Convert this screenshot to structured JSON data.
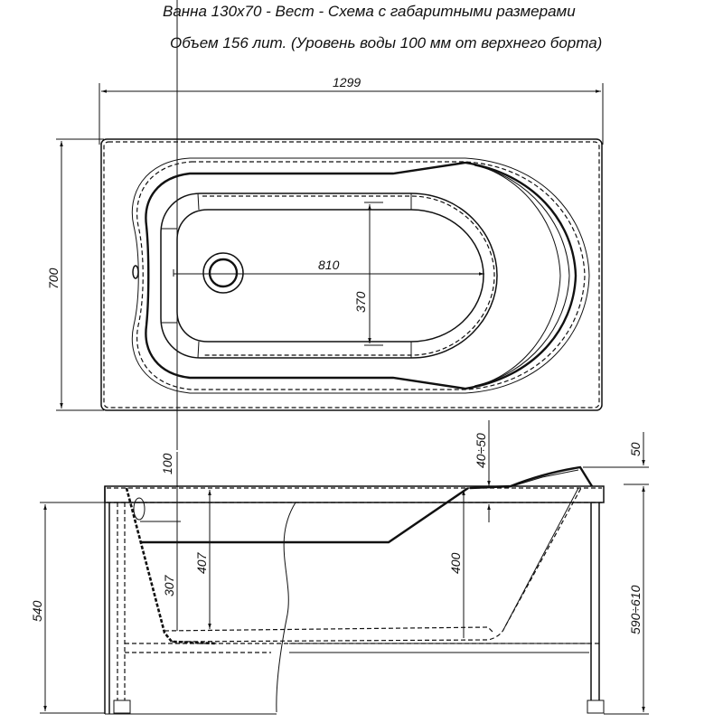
{
  "header": {
    "title": "Ванна 130x70 - Вест - Схема с габаритными размерами",
    "subtitle": "Объем 156 лит. (Уровень воды 100 мм от верхнего борта)"
  },
  "top_view": {
    "dimensions": {
      "overall_length": "1299",
      "overall_width": "700",
      "inner_length": "810",
      "inner_width": "370"
    }
  },
  "side_view": {
    "dimensions": {
      "water_level": "100",
      "depth_at_overflow": "307",
      "depth_total": "407",
      "depth_backrest": "400",
      "leg_height": "540",
      "headrest_range": "40÷50",
      "headrest_height": "50",
      "total_height_range": "590÷610"
    }
  },
  "colors": {
    "line": "#111111",
    "background": "#ffffff"
  }
}
